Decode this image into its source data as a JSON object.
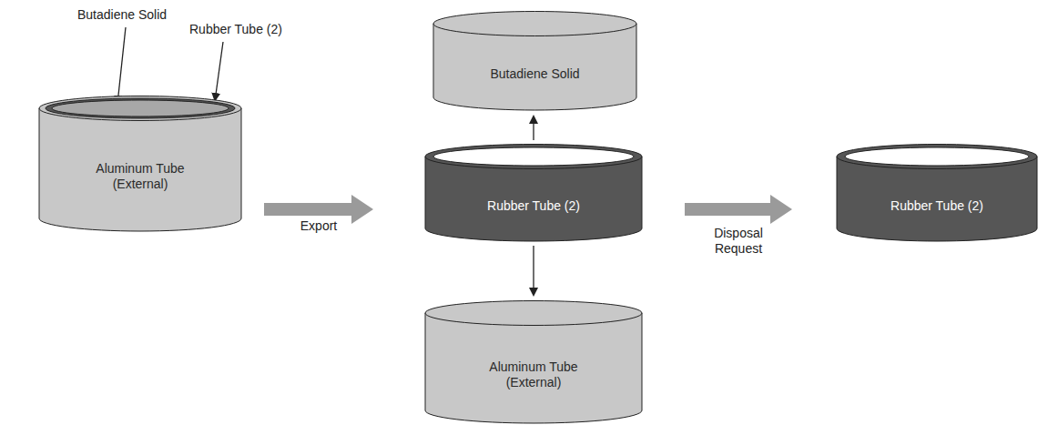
{
  "diagram": {
    "nodes": [
      {
        "text": [
          "Aluminum Tube (External)"
        ]
      },
      {
        "text": [
          "Butadiene Solid"
        ]
      },
      {
        "text": [
          "Rubber Tube (2)"
        ]
      },
      {
        "text": [
          "Aluminum Tube (External)"
        ]
      },
      {
        "text": [
          "Rubber Tube (2)"
        ]
      }
    ],
    "edges": [
      {
        "from": 0,
        "to": 2,
        "arrow": "to",
        "label": "Export"
      },
      {
        "from": 2,
        "to": 1,
        "arrow": "to"
      },
      {
        "from": 2,
        "to": 3,
        "arrow": "to"
      },
      {
        "from": 2,
        "to": 4,
        "arrow": "to",
        "label": "Disposal Request"
      }
    ],
    "labels": [
      "Butadiene Solid",
      "Rubber Tube (2)"
    ]
  }
}
